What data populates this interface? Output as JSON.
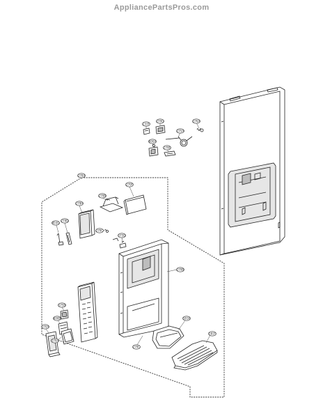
{
  "header": {
    "watermark": "AppliancePartsPros.com"
  },
  "labels": {
    "l233": "233F",
    "l279": "279G",
    "l275": "275A",
    "l276": "276A",
    "l600": "600A",
    "l279e": "279E",
    "l278": "278A",
    "l279b": "279B",
    "l279f": "279F",
    "l279h": "279H",
    "l403": "403G",
    "l279d": "279D",
    "l279c": "279C",
    "l575": "575D",
    "l279b2": "279B",
    "l581": "581K",
    "l581f": "581F",
    "l279c2": "279C",
    "l575b": "575B",
    "l600b": "600B",
    "l579": "579A",
    "l570": "570A"
  }
}
